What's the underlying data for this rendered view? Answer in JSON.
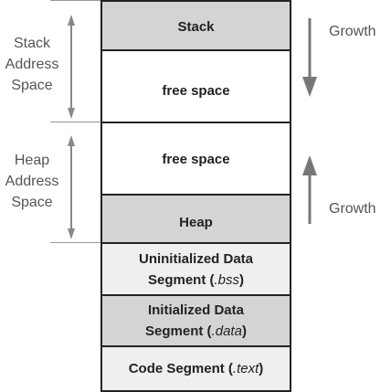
{
  "labels": {
    "stack_space": [
      "Stack",
      "Address",
      "Space"
    ],
    "heap_space": [
      "Heap",
      "Address",
      "Space"
    ],
    "growth_down": "Growth",
    "growth_up": "Growth"
  },
  "segments": {
    "stack": "Stack",
    "free_top": "free space",
    "free_bottom": "free space",
    "heap": "Heap",
    "bss": {
      "line1": "Uninitialized Data",
      "line2_prefix": "Segment (",
      "line2_italic": ".bss",
      "line2_suffix": ")"
    },
    "data": {
      "line1": "Initialized Data",
      "line2_prefix": "Segment (",
      "line2_italic": ".data",
      "line2_suffix": ")"
    },
    "text": {
      "prefix": "Code Segment (",
      "italic": ".text",
      "suffix": ")"
    }
  },
  "colors": {
    "gray_fill": "#d4d4d4",
    "light_fill": "#efefef",
    "arrow": "#777777"
  }
}
